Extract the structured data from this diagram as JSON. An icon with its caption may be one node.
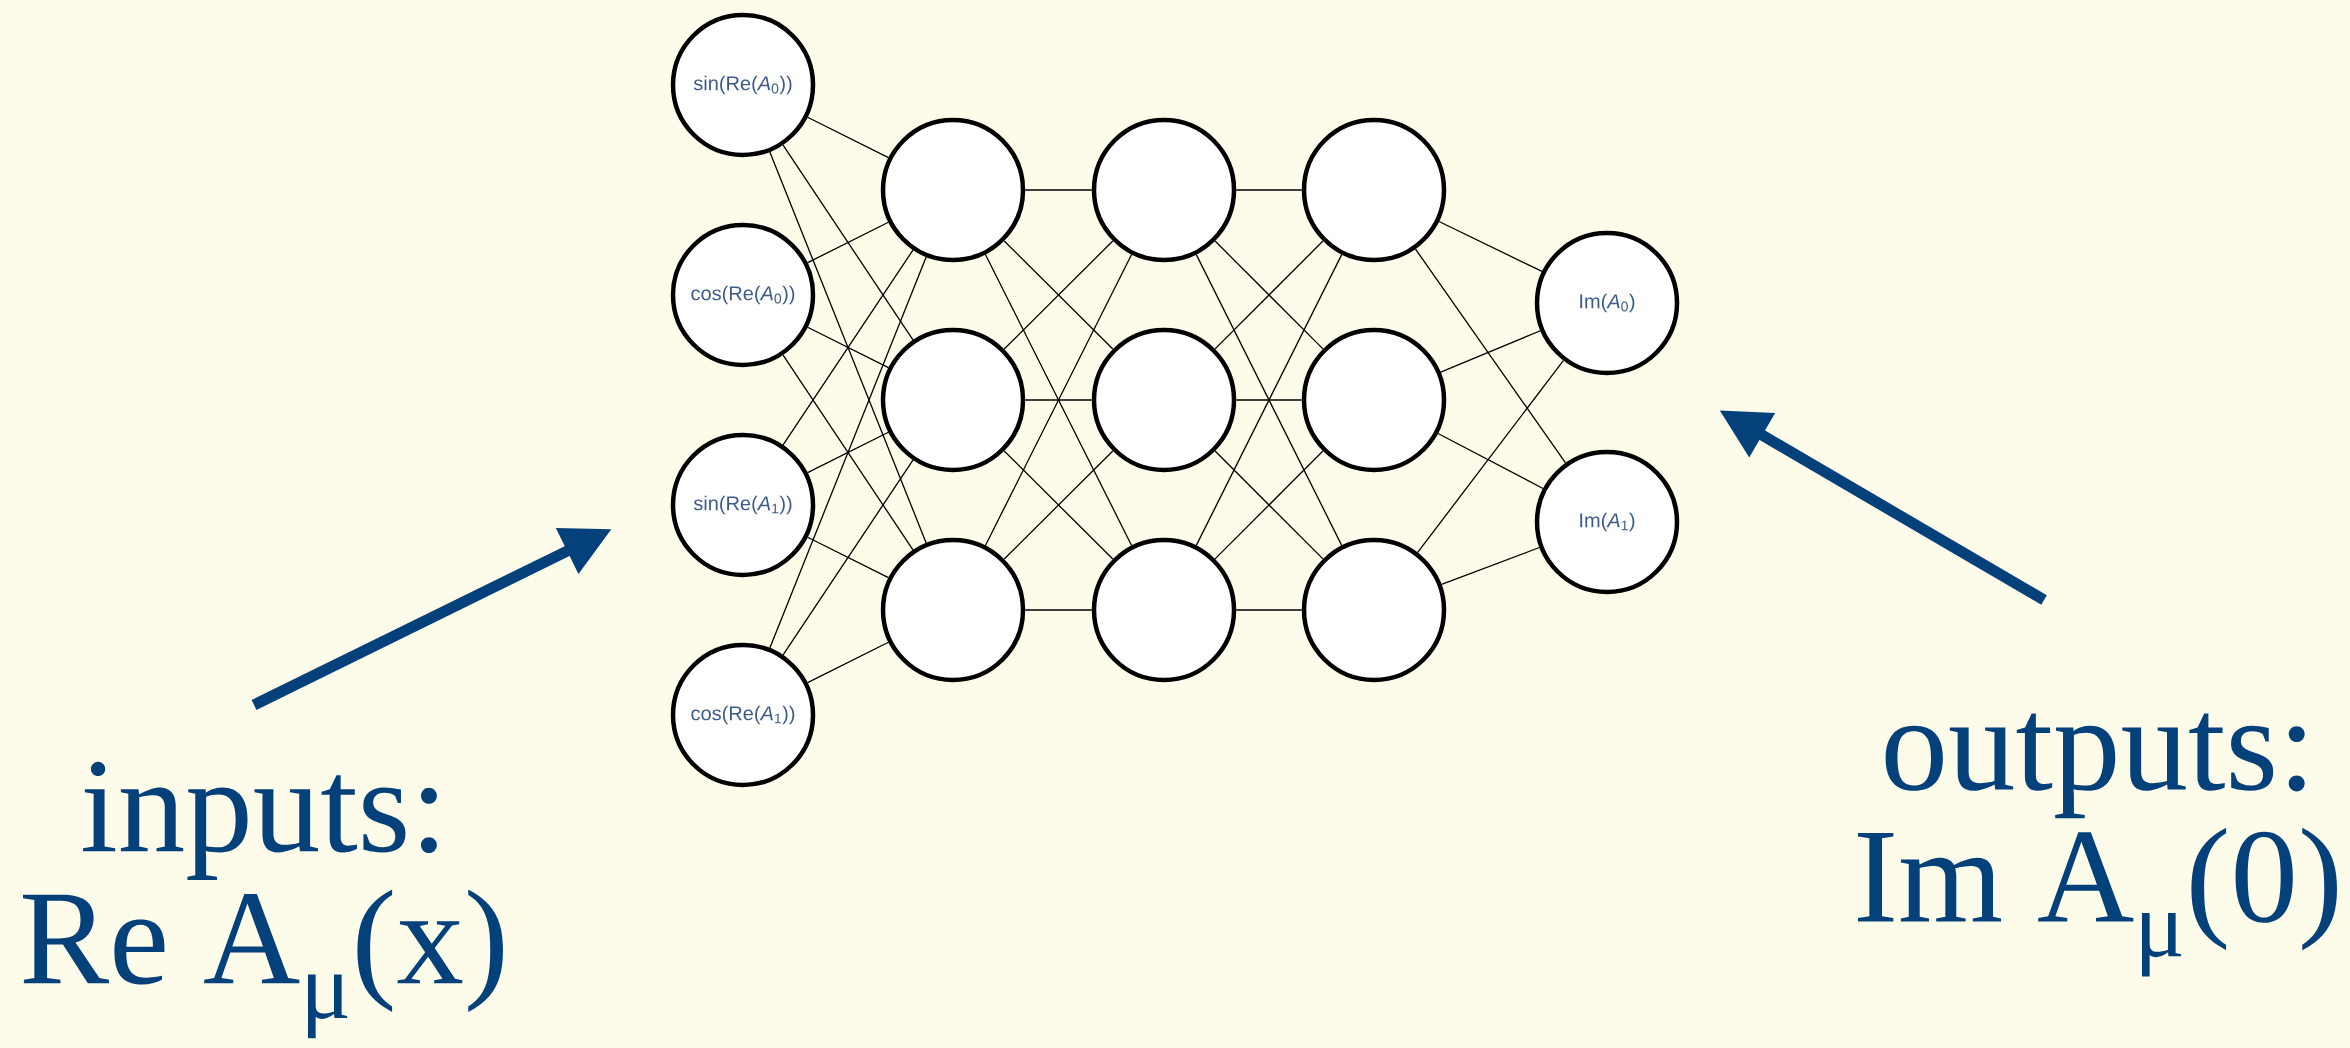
{
  "diagram": {
    "nodes": [
      {
        "text": [
          "sin(Re(*A*$_{0}$))"
        ]
      },
      {
        "text": [
          "cos(Re(*A*$_{0}$))"
        ]
      },
      {
        "text": [
          "sin(Re(*A*$_{1}$))"
        ]
      },
      {
        "text": [
          "cos(Re(*A*$_{1}$))"
        ]
      },
      {
        "text": [],
        "shape": "circle"
      },
      {
        "text": [],
        "shape": "circle"
      },
      {
        "text": [],
        "shape": "circle"
      },
      {
        "text": [],
        "shape": "circle"
      },
      {
        "text": [],
        "shape": "circle"
      },
      {
        "text": [],
        "shape": "circle"
      },
      {
        "text": [],
        "shape": "circle"
      },
      {
        "text": [],
        "shape": "circle"
      },
      {
        "text": [],
        "shape": "circle"
      },
      {
        "text": [
          "Im(*A*$_{0}$)"
        ]
      },
      {
        "text": [
          "Im(*A*$_{1}$)"
        ]
      },
      {
        "text": [
          "inputs:",
          "Re A$_{μ}$(x)"
        ]
      },
      {
        "text": [
          "outputs:",
          "Im A$_{μ}$(0)"
        ]
      }
    ],
    "edges": [
      {
        "from": 0,
        "to": 4,
        "arrow": "none"
      },
      {
        "from": 0,
        "to": 5,
        "arrow": "none"
      },
      {
        "from": 0,
        "to": 6,
        "arrow": "none"
      },
      {
        "from": 1,
        "to": 4,
        "arrow": "none"
      },
      {
        "from": 1,
        "to": 5,
        "arrow": "none"
      },
      {
        "from": 1,
        "to": 6,
        "arrow": "none"
      },
      {
        "from": 2,
        "to": 4,
        "arrow": "none"
      },
      {
        "from": 2,
        "to": 5,
        "arrow": "none"
      },
      {
        "from": 2,
        "to": 6,
        "arrow": "none"
      },
      {
        "from": 3,
        "to": 4,
        "arrow": "none"
      },
      {
        "from": 3,
        "to": 5,
        "arrow": "none"
      },
      {
        "from": 3,
        "to": 6,
        "arrow": "none"
      },
      {
        "from": 4,
        "to": 7,
        "arrow": "none"
      },
      {
        "from": 4,
        "to": 8,
        "arrow": "none"
      },
      {
        "from": 4,
        "to": 9,
        "arrow": "none"
      },
      {
        "from": 5,
        "to": 7,
        "arrow": "none"
      },
      {
        "from": 5,
        "to": 8,
        "arrow": "none"
      },
      {
        "from": 5,
        "to": 9,
        "arrow": "none"
      },
      {
        "from": 6,
        "to": 7,
        "arrow": "none"
      },
      {
        "from": 6,
        "to": 8,
        "arrow": "none"
      },
      {
        "from": 6,
        "to": 9,
        "arrow": "none"
      },
      {
        "from": 7,
        "to": 10,
        "arrow": "none"
      },
      {
        "from": 7,
        "to": 11,
        "arrow": "none"
      },
      {
        "from": 7,
        "to": 12,
        "arrow": "none"
      },
      {
        "from": 8,
        "to": 10,
        "arrow": "none"
      },
      {
        "from": 8,
        "to": 11,
        "arrow": "none"
      },
      {
        "from": 8,
        "to": 12,
        "arrow": "none"
      },
      {
        "from": 9,
        "to": 10,
        "arrow": "none"
      },
      {
        "from": 9,
        "to": 11,
        "arrow": "none"
      },
      {
        "from": 9,
        "to": 12,
        "arrow": "none"
      },
      {
        "from": 10,
        "to": 13,
        "arrow": "none"
      },
      {
        "from": 10,
        "to": 14,
        "arrow": "none"
      },
      {
        "from": 11,
        "to": 13,
        "arrow": "none"
      },
      {
        "from": 11,
        "to": 14,
        "arrow": "none"
      },
      {
        "from": 12,
        "to": 13,
        "arrow": "none"
      },
      {
        "from": 12,
        "to": 14,
        "arrow": "none"
      },
      {
        "from": 15,
        "to": null,
        "arrow": "to",
        "style": "thick",
        "color": "#04407a"
      },
      {
        "from": 16,
        "to": null,
        "arrow": "to",
        "style": "thick",
        "color": "#04407a"
      }
    ]
  }
}
